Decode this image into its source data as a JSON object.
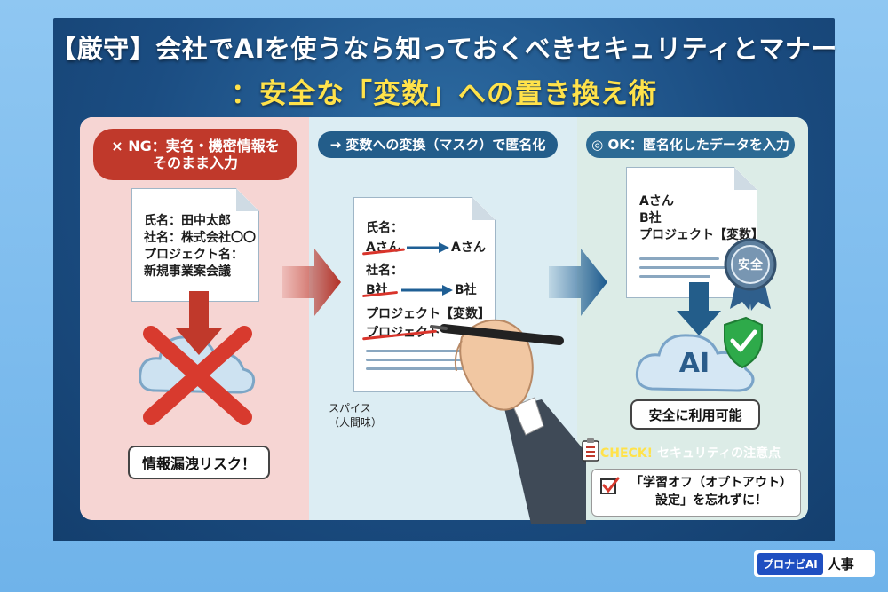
{
  "title": {
    "line1": "【厳守】会社でAIを使うなら知っておくべきセキュリティとマナー",
    "line2": "：安全な「変数」への置き換え術"
  },
  "ng_panel": {
    "header_line1": "× NG：実名・機密情報を",
    "header_line2": "そのまま入力",
    "doc_lines": [
      "氏名：田中太郎",
      "社名：株式会社〇〇",
      "プロジェクト名：",
      "新規事業案会議"
    ],
    "risk_label": "情報漏洩リスク！"
  },
  "mask_panel": {
    "header": "→ 変数への変換（マスク）で匿名化",
    "name_label": "氏名：",
    "name_before": "Aさん",
    "name_after": "Aさん",
    "company_label": "社名：",
    "company_before": "B社",
    "company_after": "B社",
    "project_new": "プロジェクト【変数】",
    "project_old": "プロジェクト",
    "spice_line1": "スパイス",
    "spice_line2": "（人間味）"
  },
  "ok_panel": {
    "header": "◎ OK：匿名化したデータを入力",
    "doc_lines": [
      "Aさん",
      "B社",
      "プロジェクト【変数】"
    ],
    "seal_label": "安全",
    "cloud_label": "AI",
    "safe_label": "安全に利用可能"
  },
  "check": {
    "prefix": "CHECK!",
    "title": "セキュリティの注意点",
    "text_line1": "「学習オフ（オプトアウト）",
    "text_line2": "設定」を忘れずに！"
  },
  "badge": {
    "brand": "プロナビAI",
    "suffix": "人事"
  },
  "colors": {
    "ng_red": "#c0392b",
    "mask_blue": "#235d8a",
    "ok_blue": "#2c6a94",
    "title_yellow": "#ffe24a",
    "check_green": "#2eaa4a"
  }
}
